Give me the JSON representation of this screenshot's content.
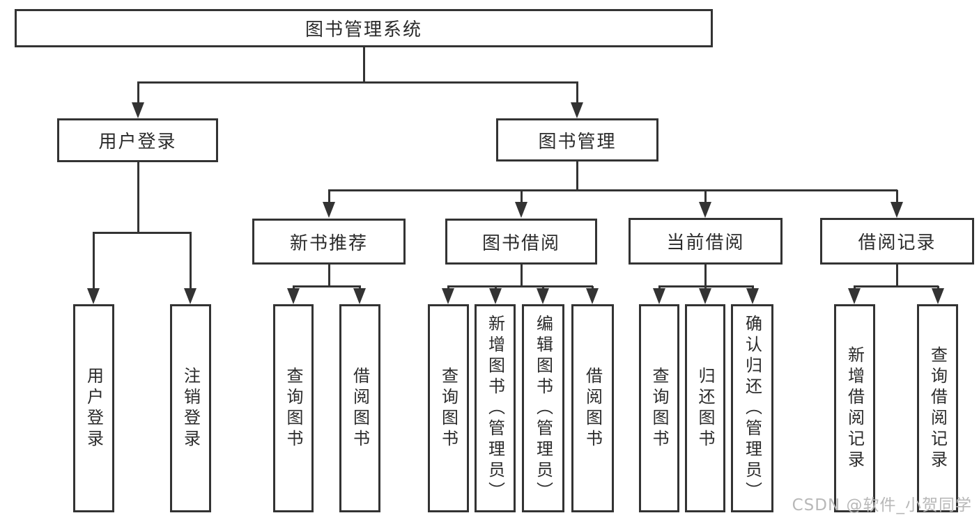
{
  "colors": {
    "line": "#333333",
    "text": "#2b2b2b",
    "background": "#ffffff",
    "watermark": "#b8b8b8"
  },
  "watermark": "CSDN @软件_小贺同学",
  "tree": {
    "root": {
      "label": "图书管理系统"
    },
    "level1": [
      {
        "label": "用户登录",
        "children": [
          "用户登录",
          "注销登录"
        ]
      },
      {
        "label": "图书管理"
      }
    ],
    "level2": [
      {
        "label": "新书推荐",
        "children": [
          "查询图书",
          "借阅图书"
        ]
      },
      {
        "label": "图书借阅",
        "children": [
          "查询图书",
          "新增图书（管理员）",
          "编辑图书（管理员）",
          "借阅图书"
        ]
      },
      {
        "label": "当前借阅",
        "children": [
          "查询图书",
          "归还图书",
          "确认归还（管理员）"
        ]
      },
      {
        "label": "借阅记录",
        "children": [
          "新增借阅记录",
          "查询借阅记录"
        ]
      }
    ]
  }
}
